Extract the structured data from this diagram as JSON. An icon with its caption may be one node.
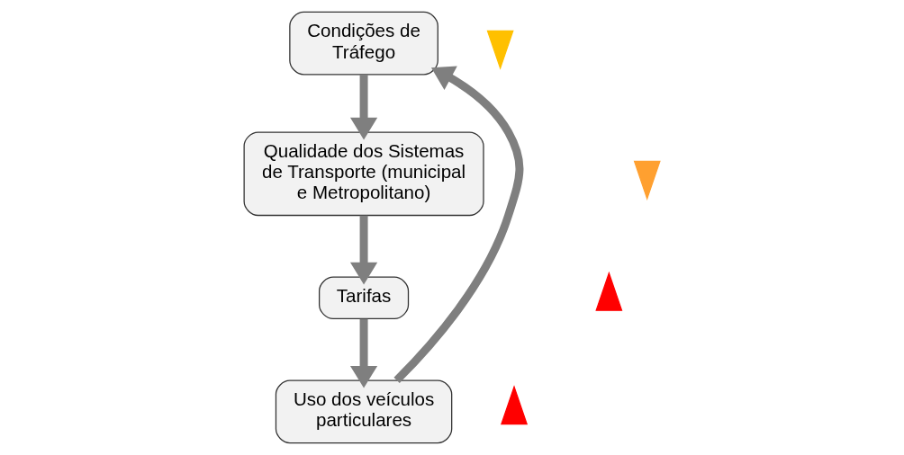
{
  "diagram": {
    "nodes": [
      {
        "text": [
          "Condições de Tráfego"
        ]
      },
      {
        "text": [
          "Uso dos veículos particulares"
        ]
      },
      {
        "text": [
          "Qualidade dos Sistemas de Transporte (municipal e Metropolitano)"
        ]
      },
      {
        "text": [
          "Tarifas"
        ]
      },
      {
        "text": [],
        "shape": "arrow"
      },
      {
        "text": [],
        "shape": "arrow"
      },
      {
        "text": [],
        "shape": "arrow"
      },
      {
        "text": [],
        "shape": "arrow"
      }
    ],
    "edges": [
      {
        "from": 0,
        "to": 2,
        "arrow": "to"
      },
      {
        "from": 2,
        "to": 3,
        "arrow": "to"
      },
      {
        "from": 3,
        "to": 1,
        "arrow": "to"
      },
      {
        "from": 1,
        "to": 0,
        "arrow": "to"
      }
    ]
  }
}
